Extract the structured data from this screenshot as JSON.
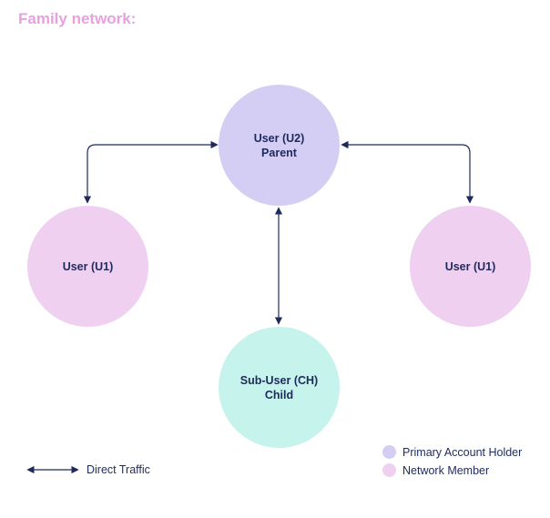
{
  "title": "Family network:",
  "colors": {
    "primary_account_holder": "#d4cdf4",
    "network_member": "#f0d0f0",
    "child": "#c6f3eb",
    "arrow": "#1f2a5c",
    "title": "#e8a0e0"
  },
  "nodes": {
    "parent": {
      "line1": "User (U2)",
      "line2": "Parent"
    },
    "left_user": {
      "line1": "User (U1)"
    },
    "right_user": {
      "line1": "User (U1)"
    },
    "child": {
      "line1": "Sub-User (CH)",
      "line2": "Child"
    }
  },
  "legend": {
    "primary_account_holder": "Primary Account Holder",
    "network_member": "Network Member",
    "direct_traffic": "Direct Traffic"
  }
}
